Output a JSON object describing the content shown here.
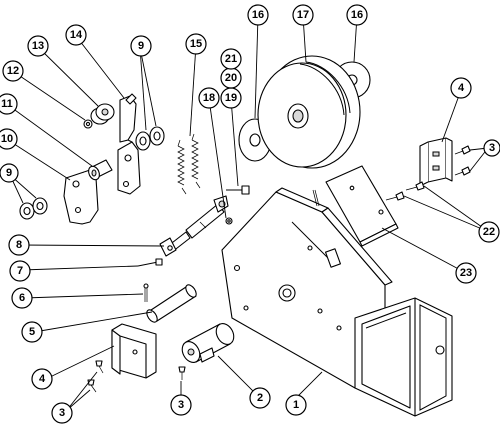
{
  "diagram": {
    "callouts": [
      {
        "id": "c1",
        "label": "1"
      },
      {
        "id": "c2",
        "label": "2"
      },
      {
        "id": "c3a",
        "label": "3"
      },
      {
        "id": "c3b",
        "label": "3"
      },
      {
        "id": "c3c",
        "label": "3"
      },
      {
        "id": "c4a",
        "label": "4"
      },
      {
        "id": "c4b",
        "label": "4"
      },
      {
        "id": "c5",
        "label": "5"
      },
      {
        "id": "c6",
        "label": "6"
      },
      {
        "id": "c7",
        "label": "7"
      },
      {
        "id": "c8",
        "label": "8"
      },
      {
        "id": "c9a",
        "label": "9"
      },
      {
        "id": "c9b",
        "label": "9"
      },
      {
        "id": "c10",
        "label": "10"
      },
      {
        "id": "c11",
        "label": "11"
      },
      {
        "id": "c12",
        "label": "12"
      },
      {
        "id": "c13",
        "label": "13"
      },
      {
        "id": "c14",
        "label": "14"
      },
      {
        "id": "c15",
        "label": "15"
      },
      {
        "id": "c16a",
        "label": "16"
      },
      {
        "id": "c16b",
        "label": "16"
      },
      {
        "id": "c17",
        "label": "17"
      },
      {
        "id": "c18",
        "label": "18"
      },
      {
        "id": "c19",
        "label": "19"
      },
      {
        "id": "c20",
        "label": "20"
      },
      {
        "id": "c21",
        "label": "21"
      },
      {
        "id": "c22",
        "label": "22"
      },
      {
        "id": "c23",
        "label": "23"
      }
    ]
  }
}
